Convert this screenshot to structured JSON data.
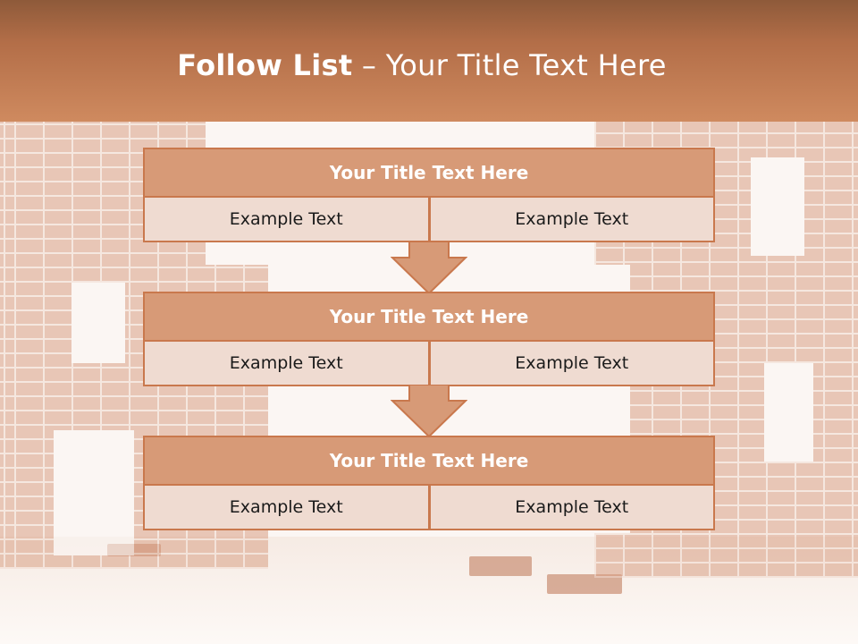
{
  "slide": {
    "title_bold": "Follow List",
    "title_rest": " – Your Title Text Here"
  },
  "steps": [
    {
      "title": "Your Title Text Here",
      "left": "Example Text",
      "right": "Example Text"
    },
    {
      "title": "Your Title Text Here",
      "left": "Example Text",
      "right": "Example Text"
    },
    {
      "title": "Your Title Text Here",
      "left": "Example Text",
      "right": "Example Text"
    }
  ],
  "colors": {
    "header": "#c9784d",
    "box_title": "#d79a77",
    "box_cell": "#efdbd1",
    "border": "#c9784d"
  }
}
